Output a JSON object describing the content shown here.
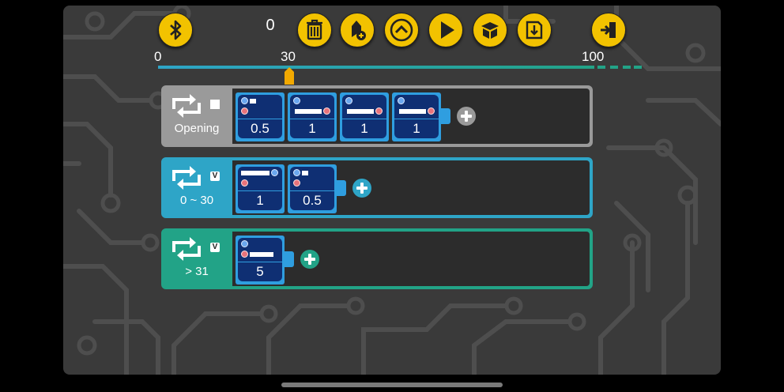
{
  "toolbar": {
    "counter": "0",
    "buttons": [
      "bluetooth-icon",
      "trash-icon",
      "add-keyframe-icon",
      "chevron-up-icon",
      "play-icon",
      "box-icon",
      "save-icon",
      "exit-icon"
    ],
    "button_color": "#f2c200"
  },
  "timeline": {
    "labels": [
      "0",
      "30",
      "100"
    ],
    "current": 30,
    "max": 100,
    "gradient": [
      "#2ea5c7",
      "#22a387"
    ],
    "handle_color": "#f2a900"
  },
  "groups": [
    {
      "label": "Opening",
      "mode": "■",
      "color": "#9a9a9a",
      "blocks": [
        {
          "value": "0.5"
        },
        {
          "value": "1"
        },
        {
          "value": "1"
        },
        {
          "value": "1"
        }
      ]
    },
    {
      "label": "0 ~ 30",
      "mode": "V",
      "color": "#2ea5c7",
      "blocks": [
        {
          "value": "1"
        },
        {
          "value": "0.5"
        }
      ]
    },
    {
      "label": "> 31",
      "mode": "V",
      "color": "#22a387",
      "blocks": [
        {
          "value": "5"
        }
      ]
    }
  ]
}
